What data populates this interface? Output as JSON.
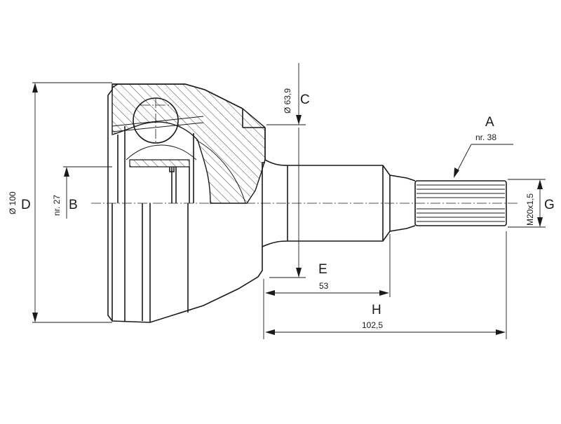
{
  "labels": {
    "A": "A",
    "B": "B",
    "C": "C",
    "D": "D",
    "E": "E",
    "G": "G",
    "H": "H"
  },
  "values": {
    "spline_count": "nr. 38",
    "ball_count": "nr. 27",
    "outer_diameter": "Ø 100",
    "seal_diameter": "Ø 63,9",
    "thread": "M20x1,5",
    "length_e": "53",
    "length_h": "102,5"
  }
}
